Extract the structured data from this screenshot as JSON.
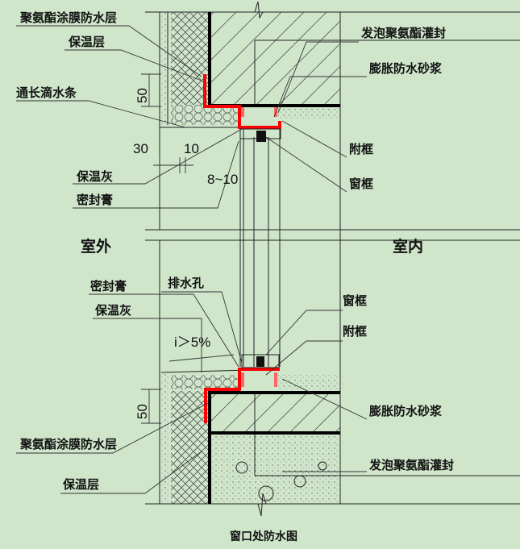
{
  "labels": {
    "top_left_membrane": "聚氨酯涂膜防水层",
    "top_insulation": "保温层",
    "drip_strip": "通长滴水条",
    "top_insulation_mortar": "保温灰",
    "top_sealant": "密封膏",
    "outdoor": "室外",
    "indoor": "室内",
    "bottom_sealant": "密封膏",
    "drain_hole": "排水孔",
    "bottom_insulation_mortar": "保温灰",
    "bottom_window_frame": "窗框",
    "bottom_sub_frame": "附框",
    "bottom_left_membrane": "聚氨酯涂膜防水层",
    "bottom_insulation": "保温层",
    "top_foam": "发泡聚氨酯灌封",
    "top_mortar": "膨胀防水砂浆",
    "top_sub_frame": "附框",
    "top_window_frame": "窗框",
    "bottom_mortar": "膨胀防水砂浆",
    "bottom_foam": "发泡聚氨酯灌封"
  },
  "dimensions": {
    "top_height": "50",
    "width_30": "30",
    "width_10": "10",
    "gap": "8~10",
    "slope": "i＞5%",
    "bottom_height": "50"
  },
  "caption": "窗口处防水图",
  "colors": {
    "background": "#cfe6cb",
    "membrane": "#ff0000",
    "lines": "#000000"
  }
}
